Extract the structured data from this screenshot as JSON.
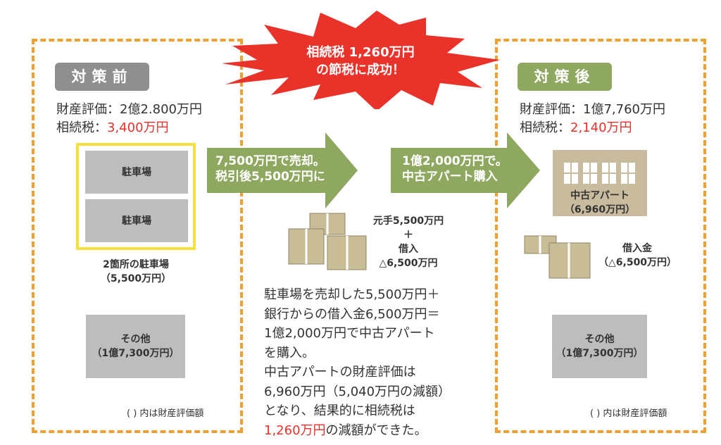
{
  "burst": {
    "line1": "相続税 1,260万円",
    "line2": "の節税に成功！"
  },
  "before": {
    "badge": "対策前",
    "valuation_label": "財産評価：",
    "valuation": "2億2.800万円",
    "tax_label": "相続税：",
    "tax": "3,400万円",
    "parking1": "駐車場",
    "parking2": "駐車場",
    "parking_caption1": "2箇所の駐車場",
    "parking_caption2": "（5,500万円）",
    "other1": "その他",
    "other2": "（1億7,300万円）",
    "note": "( ) 内は財産評価額"
  },
  "arrow1": {
    "line1": "7,500万円で売却。",
    "line2": "税引後5,500万円に"
  },
  "arrow2": {
    "line1": "1億2,000万円で。",
    "line2": "中古アパート購入"
  },
  "funds": {
    "line1": "元手5,500万円",
    "line2": "＋",
    "line3": "借入",
    "line4": "△6,500万円"
  },
  "explanation": {
    "lines": [
      "駐車場を売却した5,500万円＋",
      "銀行からの借入金6,500万円＝",
      "1億2,000万円で中古アパート",
      "を購入。",
      "中古アパートの財産評価は",
      "6,960万円（5,040万円の減額）",
      "となり、結果的に相続税は"
    ],
    "highlight": "1,260万円",
    "tail": "の減額ができた。"
  },
  "after": {
    "badge": "対策後",
    "valuation_label": "財産評価：",
    "valuation": "1億7,760万円",
    "tax_label": "相続税：",
    "tax": "2,140万円",
    "apartment1": "中古アパート",
    "apartment2": "（6,960万円）",
    "loan1": "借入金",
    "loan2": "（△6,500万円）",
    "other1": "その他",
    "other2": "（1億7,300万円）",
    "note": "( ) 内は財産評価額"
  },
  "colors": {
    "orange": "#f0a030",
    "red": "#e8322a",
    "green": "#8fa860",
    "gray": "#8f8f8f",
    "tan": "#c8bb9e"
  }
}
